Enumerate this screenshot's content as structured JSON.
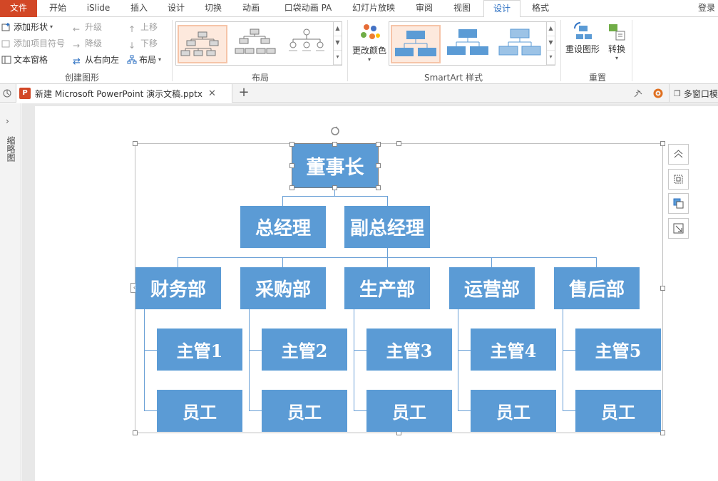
{
  "menu": {
    "file": "文件",
    "tabs": [
      "开始",
      "iSlide",
      "插入",
      "设计",
      "切换",
      "动画",
      "口袋动画 PA",
      "幻灯片放映",
      "审阅",
      "视图",
      "设计",
      "格式"
    ],
    "active_index": 10,
    "login": "登录"
  },
  "ribbon": {
    "create": {
      "add_shape": "添加形状",
      "add_bullet": "添加项目符号",
      "text_pane": "文本窗格",
      "promote": "升级",
      "demote": "降级",
      "right_to_left": "从右向左",
      "move_up": "上移",
      "move_down": "下移",
      "layout": "布局",
      "label": "创建图形"
    },
    "layout_label": "布局",
    "change_colors": "更改颜色",
    "styles_label": "SmartArt 样式",
    "reset_graphic": "重设图形",
    "convert": "转换",
    "reset_label": "重置"
  },
  "doc": {
    "title": "新建 Microsoft PowerPoint 演示文稿.pptx",
    "logo": "P",
    "add_tab": "+",
    "multi_window": "多窗口模"
  },
  "thumbnails_label": "缩略图",
  "org": {
    "top": "董事长",
    "level1": [
      "总经理",
      "副总经理"
    ],
    "departments": [
      "财务部",
      "采购部",
      "生产部",
      "运营部",
      "售后部"
    ],
    "managers": [
      "主管1",
      "主管2",
      "主管3",
      "主管4",
      "主管5"
    ],
    "staff": [
      "员工",
      "员工",
      "员工",
      "员工",
      "员工"
    ]
  },
  "colors": {
    "box": "#5b9bd5",
    "file_tab": "#d24726",
    "active_tab_text": "#2b6fc2"
  }
}
